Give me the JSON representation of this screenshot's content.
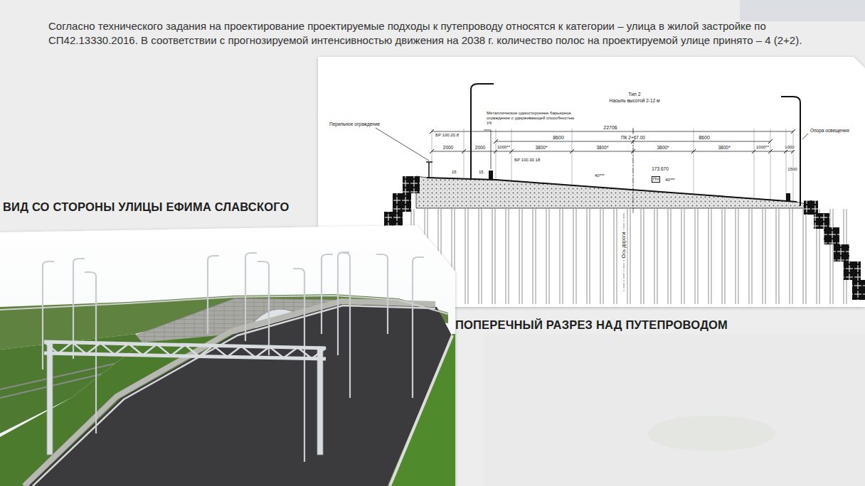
{
  "diagram": {
    "nodes": [
      {
        "text": [
          "ПОПЕРЕЧНЫЙ РАЗРЕЗ НАД ПУТЕПРОВОДОМ"
        ]
      },
      {
        "text": [
          "ВИД СО СТОРОНЫ УЛИЦЫ ЕФИМА СЛАВСКОГО"
        ]
      }
    ],
    "labels": [
      "Согласно технического задания на проектирование проектируемые подходы к путепроводу относятся к категории – улица в жилой застройке по СП42.13330.2016. В соответствии с прогнозируемой интенсивностью движения на 2038 г. количество полос на проектируемой улице принято – 4 (2+2).",
      "Тип 2",
      "Насыпь высотой 2-12 м",
      "Металлическое одностороннее барьерное ограждение с удерживающей способностью У4",
      "Перильное ограждение",
      "22706",
      "Опора освещения",
      "БР 100.20.8",
      "8600",
      "ПК 2+67.00",
      "8600",
      "2000",
      "2000",
      "1000**",
      "3800*",
      "3800*",
      "3800*",
      "3800*",
      "1000**",
      "1000",
      "БР 100.30.18",
      "1500",
      "15",
      "15",
      "173.670",
      "40***",
      "ПЧ",
      "40***",
      "Ось дороги"
    ]
  }
}
